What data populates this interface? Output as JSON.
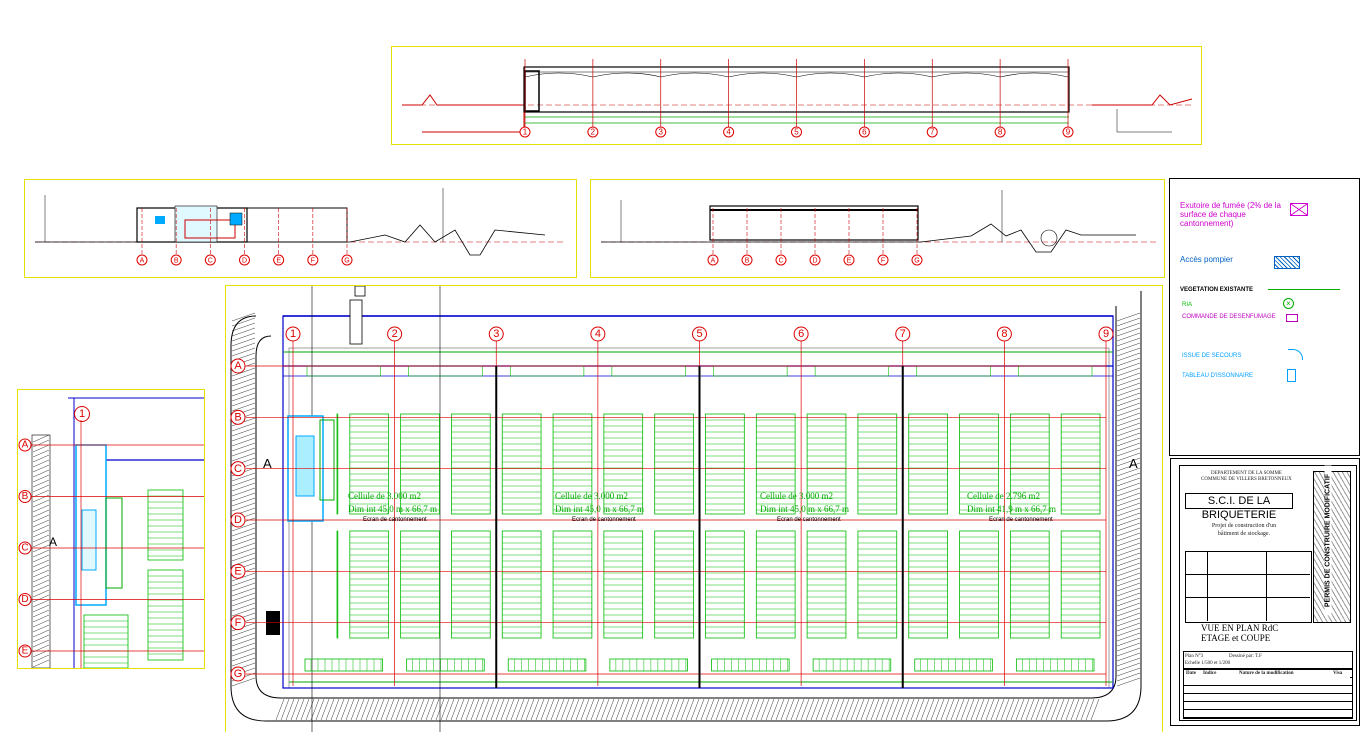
{
  "section_long": {
    "axis_labels": [
      "1",
      "2",
      "3",
      "4",
      "5",
      "6",
      "7",
      "8",
      "9"
    ]
  },
  "section_left": {
    "axis_labels": [
      "A",
      "B",
      "C",
      "D",
      "E",
      "F",
      "G"
    ]
  },
  "section_right": {
    "axis_labels": [
      "A",
      "B",
      "C",
      "D",
      "E",
      "F",
      "G"
    ]
  },
  "plan": {
    "column_labels": [
      "1",
      "2",
      "3",
      "4",
      "5",
      "6",
      "7",
      "8",
      "9"
    ],
    "row_labels": [
      "A",
      "B",
      "C",
      "D",
      "E",
      "F",
      "G"
    ],
    "cells": [
      {
        "title": "Cellule de 3.000 m2",
        "dims": "Dim int 45,0 m x 66,7 m",
        "screen": "Ecran de cantonnement"
      },
      {
        "title": "Cellule de 3.000 m2",
        "dims": "Dim int 45,0 m x 66,7 m",
        "screen": "Ecran de cantonnement"
      },
      {
        "title": "Cellule de 3.000 m2",
        "dims": "Dim int 45,0 m x 66,7 m",
        "screen": "Ecran de cantonnement"
      },
      {
        "title": "Cellule de 2.796 m2",
        "dims": "Dim int 41,9 m x 66,7 m",
        "screen": "Ecran de cantonnement"
      }
    ],
    "section_marks": [
      "A",
      "A"
    ]
  },
  "detail": {
    "column_label": "1",
    "row_labels": [
      "A",
      "B",
      "C",
      "D",
      "E"
    ],
    "section_mark": "A"
  },
  "legend": {
    "items": [
      {
        "label": "Exutoire de fumée (2% de la surface de chaque cantonnement)",
        "color": "#d000d0"
      },
      {
        "label": "Accès pompier",
        "color": "#0060c0"
      },
      {
        "label": "VEGETATION  EXISTANTE",
        "color": "#000000"
      },
      {
        "label": "RIA",
        "color": "#00c000"
      },
      {
        "label": "COMMANDE DE DESENFUMAGE",
        "color": "#c000c0"
      },
      {
        "label": "ISSUE DE SECOURS",
        "color": "#00a0ff"
      },
      {
        "label": "TABLEAU D'ISSONNAIRE",
        "color": "#00a0ff"
      }
    ]
  },
  "cartouche": {
    "dept": "DEPARTEMENT DE LA SOMME",
    "commune": "COMMUNE DE VILLERS BRETONNEUX",
    "client": "S.C.I. DE LA BRIQUETERIE",
    "project": "Projet de construction d'un bâtiment de stockage.",
    "view_title_1": "VUE EN PLAN RdC",
    "view_title_2": "ETAGE et COUPE",
    "side_title": "PERMIS DE CONSTRUIRE MODIFICATIF",
    "plan_no": "Plan N°3",
    "scale": "Echelle 1/500 et 1/200",
    "drawn_by": "Dessiné par: T.F",
    "table_headers": [
      "Date",
      "Indice",
      "Nature de la modification",
      "Visa"
    ],
    "colors": {
      "accent": "#000000"
    }
  },
  "colors": {
    "grid": "#e00000",
    "racks": "#00b000",
    "structure": "#0000c0",
    "frame": "#e8e000",
    "legend_magenta": "#d000d0",
    "legend_blue": "#0060c0"
  }
}
